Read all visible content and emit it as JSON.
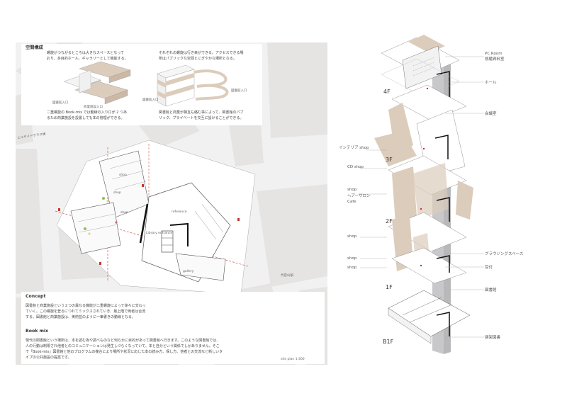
{
  "spatial": {
    "heading": "空間構成",
    "desc_1": "螺旋がつながるところは大きなスペースとなって\nおり、多目的ホール、ギャラリーとして機能する。",
    "desc_2": "それぞれの螺旋は行き来ができる。アクセスできる場\n所はパブリックな空間とにぎやかな場所となる。",
    "desc_3": "二重螺旋の Book-mix では動線の入り口が 2 つあ\nるため商業施設を設置しても本の管理ができる。",
    "desc_4": "図書館と商業が相互も絡む事によって、図書館のパブ\nリック、プライベートを交互に設けることができる。",
    "label_library_entrance_1": "図書館入口",
    "label_commercial_entrance_1": "商業施設入口",
    "label_library_entrance_2": "図書館入口",
    "label_commercial_entrance_2": "図書館入口"
  },
  "plan": {
    "hillside": "ヒルサイドテラス棟",
    "shop_1": "shop",
    "shop_2": "shop",
    "shop_3": "shop",
    "reference": "reference",
    "library_entrance": "Library entrance",
    "gallery": "gallery",
    "station": "代官山駅",
    "caption": "site plan 1:400"
  },
  "concept": {
    "heading": "Concept",
    "text": "図書館と商業施設という２つの異なる機能が二重螺旋によって徐々に交わっ\nていく。この螺旋を登るにつれてミックスされていき、最上階で両者は合流\nする。図書館と商業施設は、美術並のように一筆書きの動線となる。"
  },
  "bookmix": {
    "heading": "Book mix",
    "text": "現代の図書館という場所は、本を読む為や調べものなど何らかに目的があって図書館へ行きます。このような図書館では、\n人の行動は制限され他者とのコミュニケーションは発生しづらくなっていて、本と自分という関係でしかありません。そこ\nで「Book-mix」図書館と他のプログラムの複合により場所や状況に応じた本の読み方、探し方、他者との交流など新しいタ\nイプの公共施設の提案です。"
  },
  "section": {
    "floors": [
      "4F",
      "3F",
      "2F",
      "1F",
      "B1F"
    ],
    "labels_right": {
      "pc_room": "PC  Room\n視聴資料室",
      "hall": "ホール",
      "conference": "会議室",
      "browsing": "ブラウジングスペース",
      "reception": "受付",
      "library": "図書館",
      "closed_stacks": "閉架図書"
    },
    "labels_left": {
      "interior_shop": "インテリア shop",
      "cd_shop": "CD shop",
      "shop_salon_cafe": "shop\nヘアーサロン\nCafe",
      "shop_a": "shop",
      "shop_b": "shop",
      "shop_c": "shop"
    }
  },
  "colors": {
    "tan": "#dcccbb",
    "grey_block": "#e7e5e4",
    "tower": "#9b9b9f",
    "red": "#c0392b"
  }
}
